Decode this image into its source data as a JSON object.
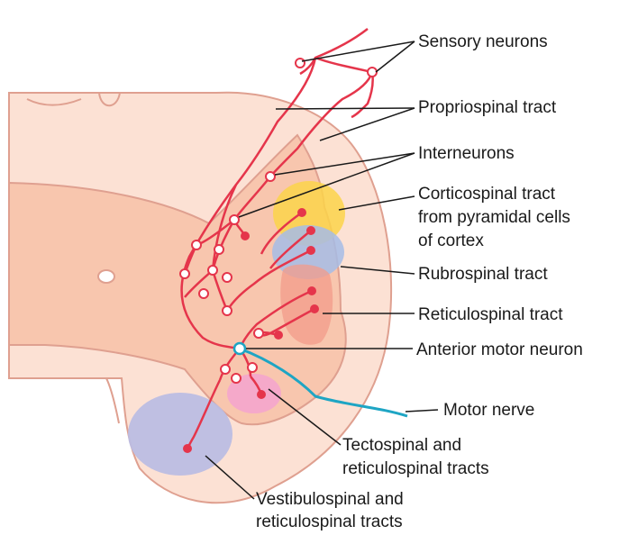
{
  "labels": {
    "sensory_neurons": "Sensory neurons",
    "propriospinal_tract": "Propriospinal tract",
    "interneurons": "Interneurons",
    "corticospinal_tract": [
      "Corticospinal tract",
      "from pyramidal cells",
      "of cortex"
    ],
    "rubrospinal_tract": "Rubrospinal tract",
    "reticulospinal_tract": "Reticulospinal tract",
    "anterior_motor_neuron": "Anterior motor neuron",
    "motor_nerve": "Motor nerve",
    "tectospinal_tracts": [
      "Tectospinal and",
      "reticulospinal tracts"
    ],
    "vestibulospinal_tracts": [
      "Vestibulospinal and",
      "reticulospinal tracts"
    ]
  },
  "colors": {
    "white_matter": "#fce1d4",
    "gray_matter": "#f8c6ae",
    "outline": "#dfa090",
    "neuron": "#e5354b",
    "motor_nerve": "#1ea5c4",
    "corticospinal": "#fcd44a",
    "rubrospinal": "#a6bce6",
    "reticulospinal": "#f39b8a",
    "tectospinal": "#f4a3cf",
    "vestibulospinal": "#bcbde3",
    "line": "#1a1a1a"
  }
}
